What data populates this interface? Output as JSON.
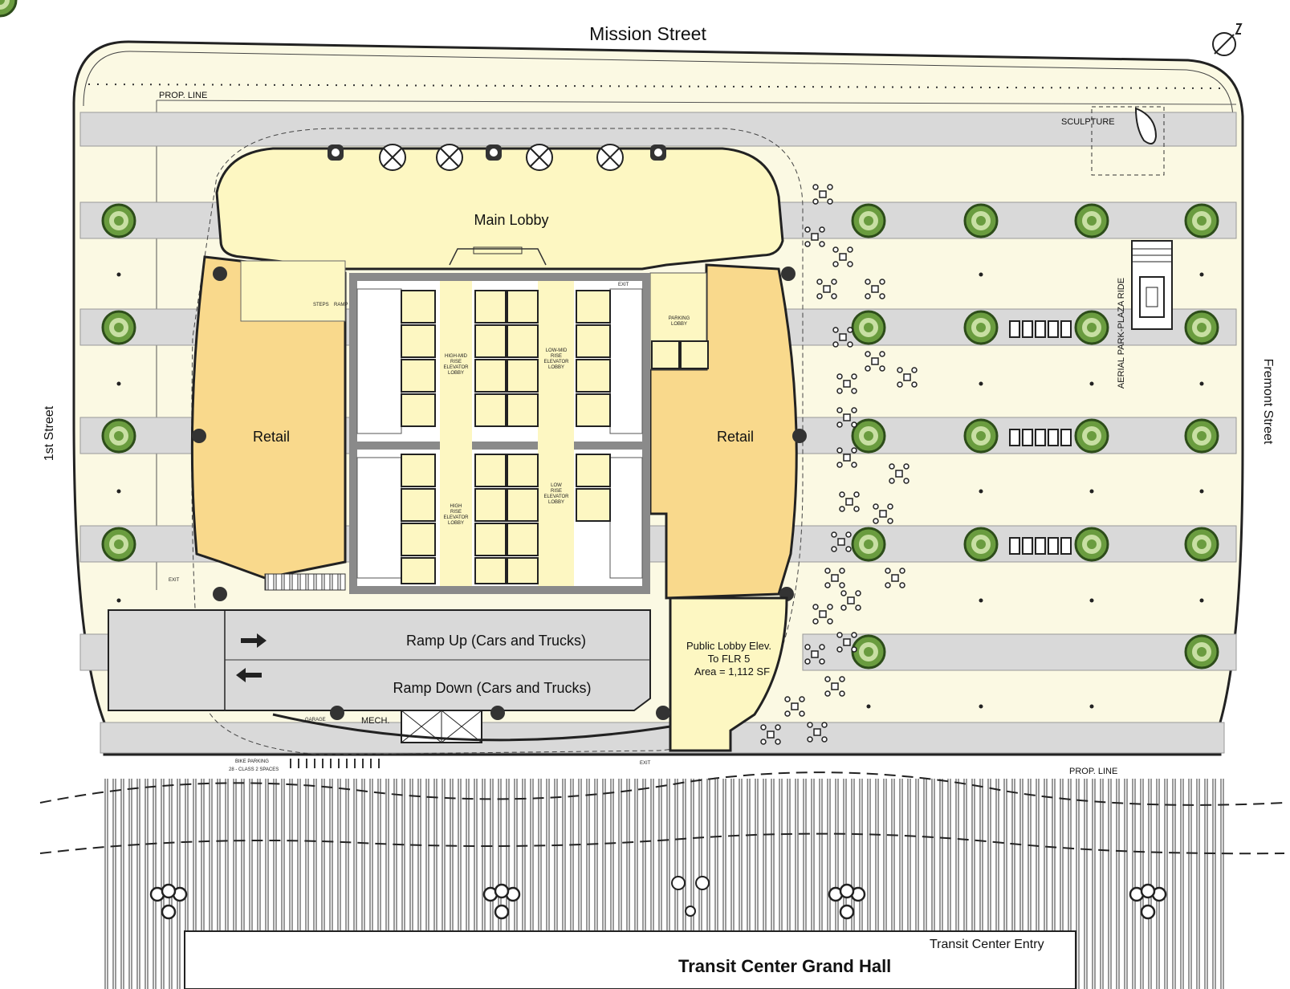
{
  "streets": {
    "north": "Mission Street",
    "west": "1st Street",
    "east": "Fremont Street"
  },
  "transit": {
    "grand_hall": "Transit Center Grand Hall",
    "entry": "Transit Center Entry"
  },
  "labels": {
    "prop_line_top": "PROP. LINE",
    "prop_line_bottom": "PROP. LINE",
    "sculpture": "SCULPTURE",
    "aerial_ride": "AERIAL PARK-PLAZA RIDE",
    "exit_west": "EXIT",
    "exit_south": "EXIT",
    "exit_core": "EXIT",
    "bike_parking_1": "BIKE PARKING",
    "bike_parking_2": "28 - CLASS 2 SPACES",
    "garage": "GARAGE",
    "mech": "MECH.",
    "steps": "STEPS",
    "ramp": "RAMP",
    "parking_lobby_1": "PARKING",
    "parking_lobby_2": "LOBBY"
  },
  "rooms": {
    "main_lobby": "Main Lobby",
    "retail_west": "Retail",
    "retail_east": "Retail",
    "ramp_up": "Ramp Up (Cars and Trucks)",
    "ramp_down": "Ramp Down (Cars and Trucks)",
    "public_lobby_1": "Public Lobby Elev.",
    "public_lobby_2": "To FLR 5",
    "public_lobby_3": "Area = 1,112 SF"
  },
  "elevator_lobbies": {
    "high_mid": [
      "HIGH-MID",
      "RISE",
      "ELEVATOR",
      "LOBBY"
    ],
    "low_mid": [
      "LOW-MID",
      "RISE",
      "ELEVATOR",
      "LOBBY"
    ],
    "high": [
      "HIGH",
      "RISE",
      "ELEVATOR",
      "LOBBY"
    ],
    "low": [
      "LOW",
      "RISE",
      "ELEVATOR",
      "LOBBY"
    ]
  },
  "colors": {
    "plaza": "#fbf9e3",
    "lobby": "#fdf7c2",
    "retail": "#f9d98c",
    "walk": "#d9d9d9",
    "core_wall": "#8a8a8a",
    "tree": "#6a9c3f"
  }
}
